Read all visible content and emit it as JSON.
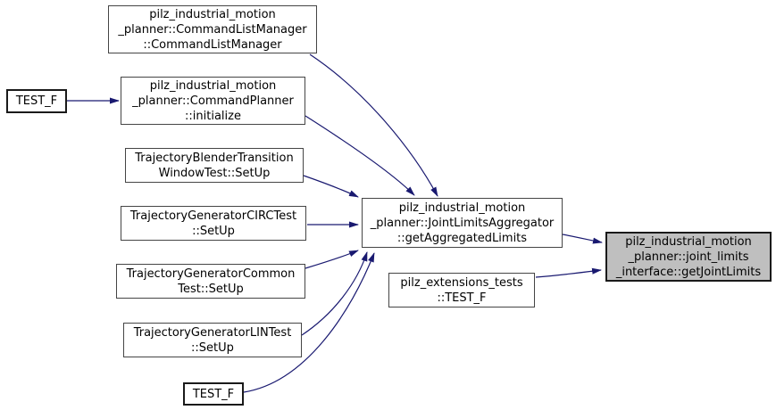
{
  "diagram": {
    "kind": "doxygen-caller-graph",
    "nodes": [
      {
        "id": "command-list-manager",
        "label": "pilz_industrial_motion\n_planner::CommandListManager\n::CommandListManager"
      },
      {
        "id": "test-f-left",
        "label": "TEST_F"
      },
      {
        "id": "command-planner-initialize",
        "label": "pilz_industrial_motion\n_planner::CommandPlanner\n::initialize"
      },
      {
        "id": "blender-setup",
        "label": "TrajectoryBlenderTransition\nWindowTest::SetUp"
      },
      {
        "id": "circ-setup",
        "label": "TrajectoryGeneratorCIRCTest\n::SetUp"
      },
      {
        "id": "common-setup",
        "label": "TrajectoryGeneratorCommon\nTest::SetUp"
      },
      {
        "id": "lin-setup",
        "label": "TrajectoryGeneratorLINTest\n::SetUp"
      },
      {
        "id": "test-f-bottom",
        "label": "TEST_F"
      },
      {
        "id": "joint-limits-aggregator",
        "label": "pilz_industrial_motion\n_planner::JointLimitsAggregator\n::getAggregatedLimits"
      },
      {
        "id": "extensions-test-f",
        "label": "pilz_extensions_tests\n::TEST_F"
      },
      {
        "id": "get-joint-limits",
        "label": "pilz_industrial_motion\n_planner::joint_limits\n_interface::getJointLimits"
      }
    ],
    "edges": [
      {
        "from": "test-f-left",
        "to": "command-planner-initialize"
      },
      {
        "from": "command-list-manager",
        "to": "joint-limits-aggregator"
      },
      {
        "from": "command-planner-initialize",
        "to": "joint-limits-aggregator"
      },
      {
        "from": "blender-setup",
        "to": "joint-limits-aggregator"
      },
      {
        "from": "circ-setup",
        "to": "joint-limits-aggregator"
      },
      {
        "from": "common-setup",
        "to": "joint-limits-aggregator"
      },
      {
        "from": "lin-setup",
        "to": "joint-limits-aggregator"
      },
      {
        "from": "test-f-bottom",
        "to": "joint-limits-aggregator"
      },
      {
        "from": "joint-limits-aggregator",
        "to": "get-joint-limits"
      },
      {
        "from": "extensions-test-f",
        "to": "get-joint-limits"
      }
    ],
    "colors": {
      "edge": "#191970",
      "node_border": "#454545",
      "highlight_fill": "#bfbfbf",
      "background": "#ffffff"
    }
  }
}
